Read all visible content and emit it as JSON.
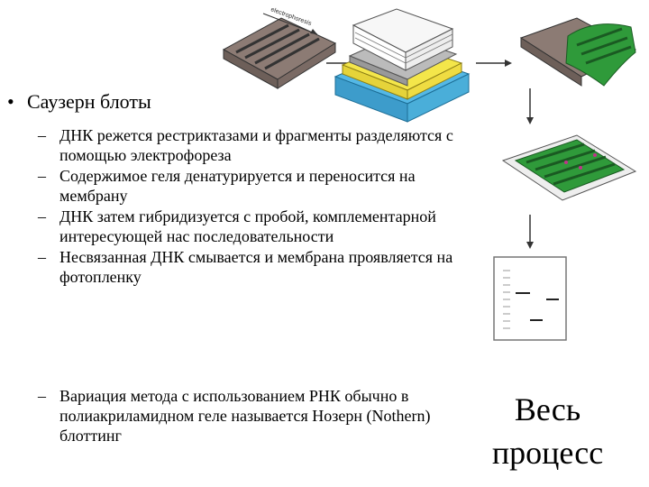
{
  "slide": {
    "bullet": "Саузерн блоты",
    "sub_items": [
      "ДНК режется рестриктазами и фрагменты разделяются с помощью электрофореза",
      "Содержимое геля денатурируется и переносится на мембрану",
      "ДНК затем гибридизуется с пробой, комплементарной интересующей нас последовательности",
      "Несвязанная ДНК смывается и мембрана проявляется на фотопленку"
    ],
    "variation": "Вариация метода с использованием РНК обычно в полиакриламидном геле называется Нозерн (Nothern) блоттинг",
    "caption_line1": "Весь",
    "caption_line2": "процесс",
    "gel_label": "electrophoresis"
  },
  "colors": {
    "gel": "#8c7b74",
    "membrane_green": "#2f9a3a",
    "stack_yellow": "#f4e64a",
    "stack_blue": "#54b8e6"
  }
}
